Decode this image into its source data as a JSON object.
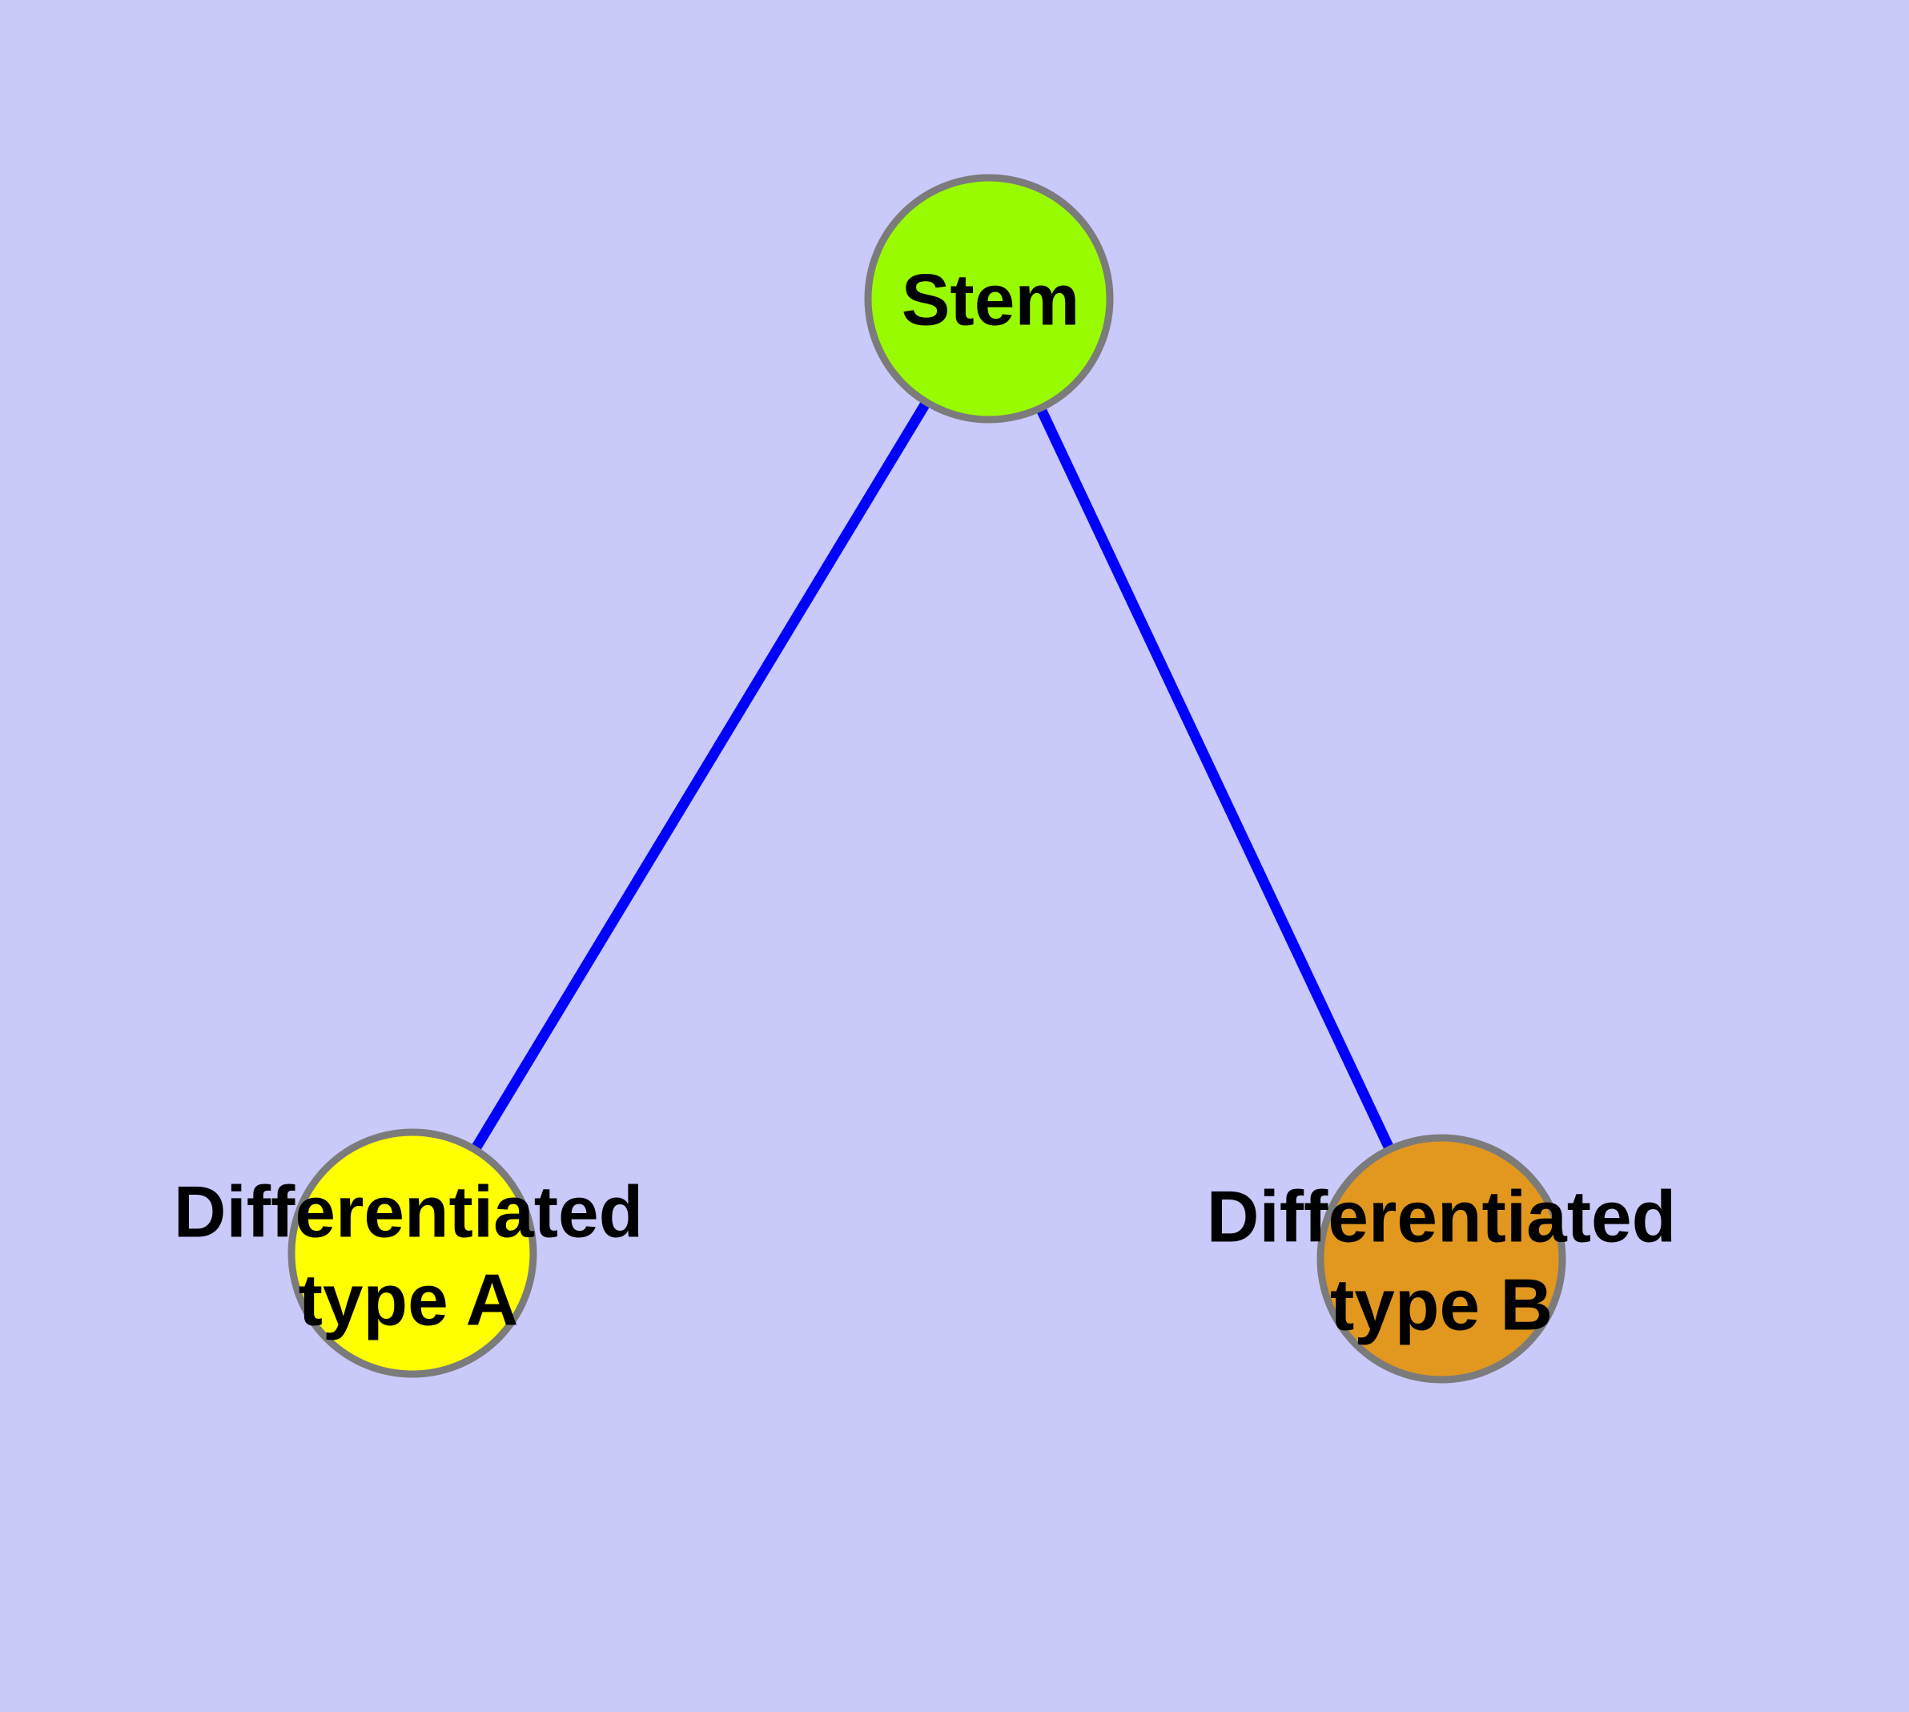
{
  "diagram": {
    "description": "Cell differentiation graph: Stem node with two child nodes",
    "background_color": "#c9c9fa",
    "edge_color": "#0000ff",
    "node_border_color": "#7b7b7b",
    "text_color": "#000000",
    "nodes": {
      "stem": {
        "label": "Stem",
        "fill": "#99fb00"
      },
      "type_a": {
        "label_line1": "Differentiated",
        "label_line2": "type A",
        "fill": "#ffff00"
      },
      "type_b": {
        "label_line1": "Differentiated",
        "label_line2": "type B",
        "fill": "#e2981e"
      }
    },
    "edges": [
      {
        "from": "Stem",
        "to": "Differentiated type A"
      },
      {
        "from": "Stem",
        "to": "Differentiated type B"
      }
    ]
  }
}
